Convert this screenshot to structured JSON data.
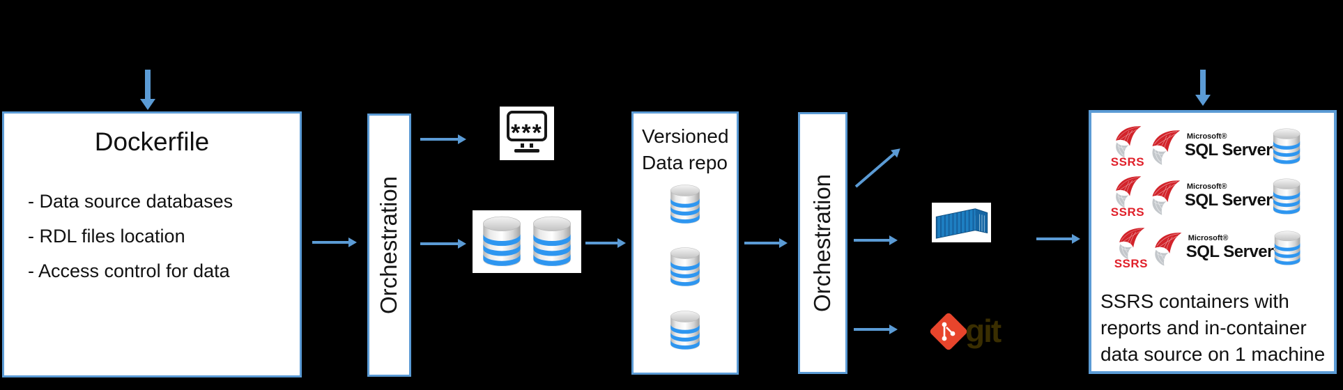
{
  "colors": {
    "background": "#000000",
    "accent_blue": "#5B9BD5",
    "box_fill": "#FFFFFF",
    "db_stripe_blue": "#2E96F0",
    "container_blue": "#1E7FC2",
    "git_orange": "#E8452C",
    "git_wordmark": "#3A2E01",
    "ssrs_red": "#E01F29"
  },
  "dockerfile_box": {
    "title": "Dockerfile",
    "items": [
      "- Data source databases",
      "- RDL files location",
      "- Access control for data"
    ]
  },
  "orchestration_left": {
    "label": "Orchestration"
  },
  "orchestration_right": {
    "label": "Orchestration"
  },
  "password_icon": {
    "text": "***"
  },
  "versioned_box": {
    "title_line1": "Versioned",
    "title_line2": "Data repo"
  },
  "git_logo": {
    "label": "git"
  },
  "ssrs_box": {
    "rows": [
      {
        "ssrs": "SSRS",
        "microsoft": "Microsoft®",
        "product": "SQL Server",
        "mark": "®"
      },
      {
        "ssrs": "SSRS",
        "microsoft": "Microsoft®",
        "product": "SQL Server",
        "mark": "®"
      },
      {
        "ssrs": "SSRS",
        "microsoft": "Microsoft®",
        "product": "SQL Server",
        "mark": "®"
      }
    ],
    "caption": [
      "SSRS containers with",
      "reports and in-container",
      "data source on 1 machine"
    ]
  },
  "icons": {
    "down-arrow-icon": "solid blue downward arrow",
    "right-arrow-icon": "thin blue right arrow",
    "password-monitor-icon": "black monitor outline showing *** on screen",
    "database-icon": "silver cylinder database with blue stripes",
    "shipping-container-icon": "blue 3D cargo container",
    "git-icon": "orange rotated-square git logo with branch glyph",
    "sql-server-wing-icon": "red/gray SQL Server swoosh logo",
    "ssrs-logo-icon": "SQL Server swoosh with red SSRS label"
  }
}
